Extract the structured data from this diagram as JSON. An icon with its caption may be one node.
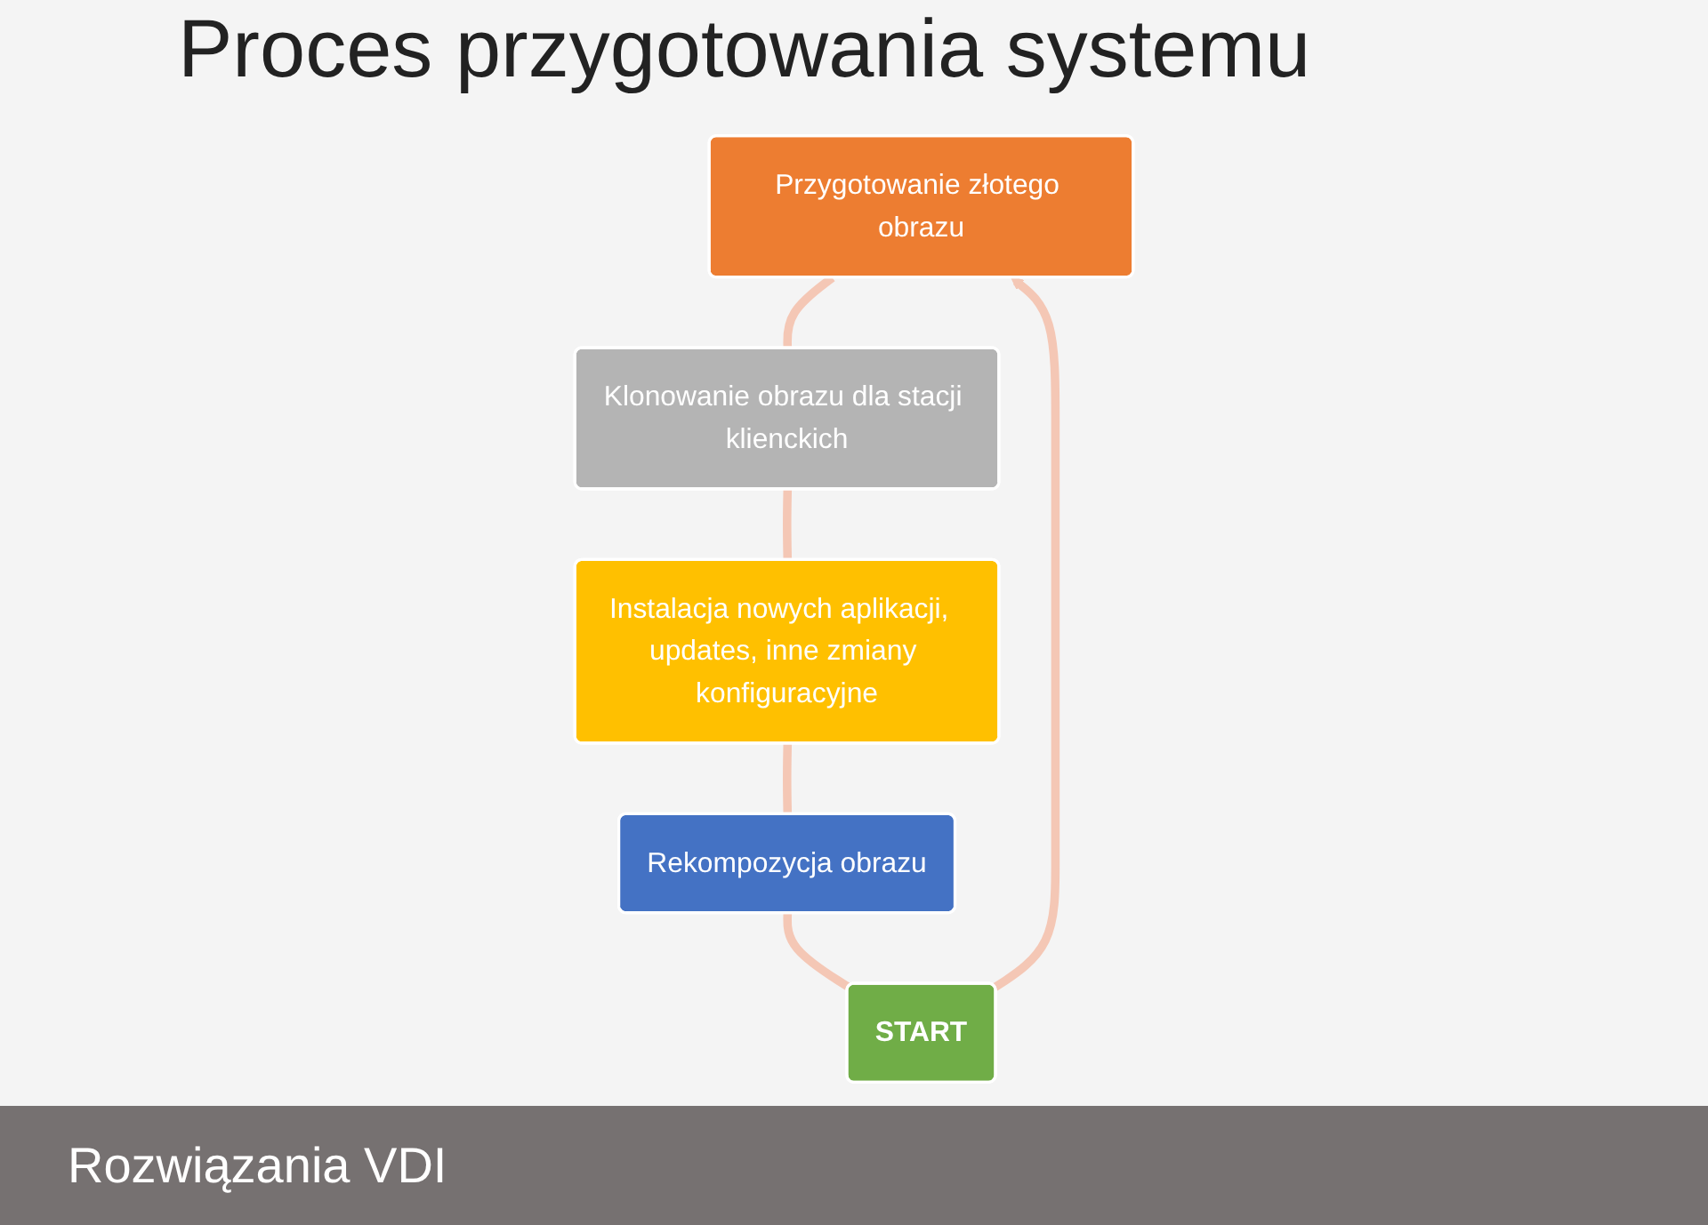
{
  "diagram": {
    "title": "Proces przygotowania systemu",
    "nodes": [
      {
        "text": [
          "Przygotowanie złotego obrazu"
        ]
      },
      {
        "text": [
          "START"
        ]
      },
      {
        "text": [
          "Klonowanie obrazu dla stacji klienckich"
        ]
      },
      {
        "text": [
          "Rekompozycja obrazu"
        ]
      },
      {
        "text": [
          "Instalacja nowych aplikacji,  updates, inne zmiany konfiguracyjne"
        ]
      }
    ],
    "edges": [
      {
        "from": 1,
        "to": 0,
        "arrow": "to"
      },
      {
        "from": 0,
        "to": 2,
        "arrow": "none"
      },
      {
        "from": 2,
        "to": 4,
        "arrow": "none"
      },
      {
        "from": 4,
        "to": 3,
        "arrow": "none"
      },
      {
        "from": 3,
        "to": 1,
        "arrow": "none"
      }
    ],
    "labels": [
      "Rozwiązania VDI"
    ]
  }
}
